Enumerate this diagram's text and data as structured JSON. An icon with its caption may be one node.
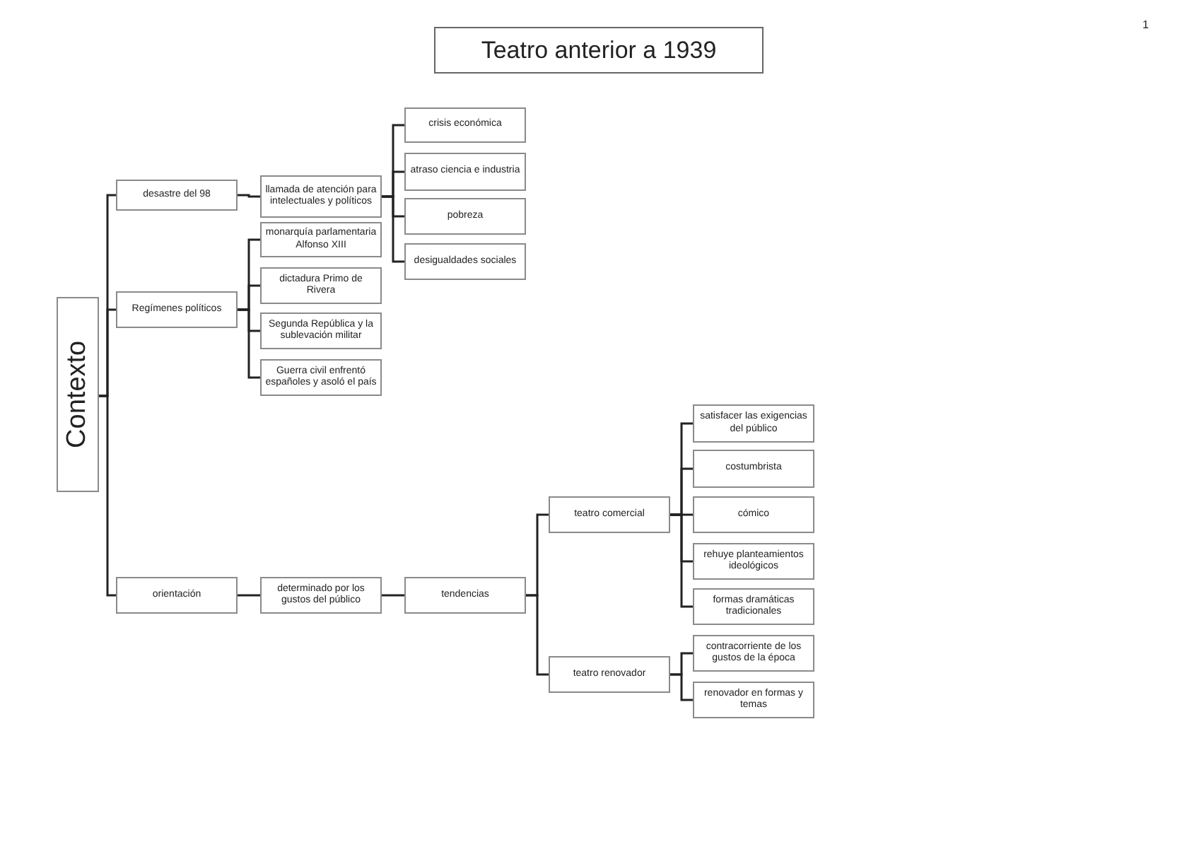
{
  "diagram": {
    "title": "Teatro anterior a 1939",
    "nodes": [
      {
        "text": [
          "Contexto"
        ]
      },
      {
        "text": [
          "desastre del 98"
        ]
      },
      {
        "text": [
          "llamada de atención para intelectuales y políticos"
        ]
      },
      {
        "text": [
          "crisis económica"
        ]
      },
      {
        "text": [
          "atraso ciencia e industria"
        ]
      },
      {
        "text": [
          "pobreza"
        ]
      },
      {
        "text": [
          "desigualdades sociales"
        ]
      },
      {
        "text": [
          "Regímenes políticos"
        ]
      },
      {
        "text": [
          "monarquía parlamentaria Alfonso XIII"
        ]
      },
      {
        "text": [
          "dictadura Primo de Rivera"
        ]
      },
      {
        "text": [
          "Segunda República y la sublevación militar"
        ]
      },
      {
        "text": [
          "Guerra civil enfrentó españoles y asoló el país"
        ]
      },
      {
        "text": [
          "orientación"
        ]
      },
      {
        "text": [
          "determinado por los gustos del público"
        ]
      },
      {
        "text": [
          "tendencias"
        ]
      },
      {
        "text": [
          "teatro comercial"
        ]
      },
      {
        "text": [
          "teatro renovador"
        ]
      },
      {
        "text": [
          "satisfacer las exigencias del público"
        ]
      },
      {
        "text": [
          "costumbrista"
        ]
      },
      {
        "text": [
          "cómico"
        ]
      },
      {
        "text": [
          "rehuye planteamientos ideológicos"
        ]
      },
      {
        "text": [
          "formas dramáticas tradicionales"
        ]
      },
      {
        "text": [
          "contracorriente de los gustos de la época"
        ]
      },
      {
        "text": [
          "renovador en formas y temas"
        ]
      }
    ],
    "edges": [
      {
        "from": 0,
        "to": 1,
        "arrow": "none"
      },
      {
        "from": 0,
        "to": 7,
        "arrow": "none"
      },
      {
        "from": 0,
        "to": 12,
        "arrow": "none"
      },
      {
        "from": 1,
        "to": 2,
        "arrow": "none"
      },
      {
        "from": 2,
        "to": 3,
        "arrow": "none"
      },
      {
        "from": 2,
        "to": 4,
        "arrow": "none"
      },
      {
        "from": 2,
        "to": 5,
        "arrow": "none"
      },
      {
        "from": 2,
        "to": 6,
        "arrow": "none"
      },
      {
        "from": 7,
        "to": 8,
        "arrow": "none"
      },
      {
        "from": 7,
        "to": 9,
        "arrow": "none"
      },
      {
        "from": 7,
        "to": 10,
        "arrow": "none"
      },
      {
        "from": 7,
        "to": 11,
        "arrow": "none"
      },
      {
        "from": 12,
        "to": 13,
        "arrow": "none"
      },
      {
        "from": 13,
        "to": 14,
        "arrow": "none"
      },
      {
        "from": 14,
        "to": 15,
        "arrow": "none"
      },
      {
        "from": 14,
        "to": 16,
        "arrow": "none"
      },
      {
        "from": 15,
        "to": 17,
        "arrow": "none"
      },
      {
        "from": 15,
        "to": 18,
        "arrow": "none"
      },
      {
        "from": 15,
        "to": 19,
        "arrow": "none"
      },
      {
        "from": 15,
        "to": 20,
        "arrow": "none"
      },
      {
        "from": 15,
        "to": 21,
        "arrow": "none"
      },
      {
        "from": 16,
        "to": 22,
        "arrow": "none"
      },
      {
        "from": 16,
        "to": 23,
        "arrow": "none"
      }
    ],
    "labels": [
      "1"
    ]
  }
}
